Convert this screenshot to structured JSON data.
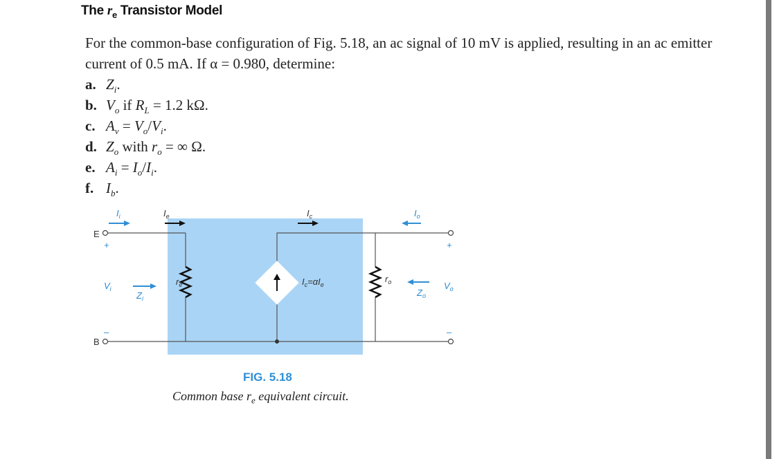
{
  "heading": {
    "prefix": "The ",
    "var": "r",
    "sub": "e",
    "suffix": " Transistor Model"
  },
  "problem": "For the common-base configuration of Fig. 5.18, an ac signal of 10 mV is applied, resulting in an ac emitter current of 0.5 mA. If α = 0.980, determine:",
  "parts": [
    {
      "letter": "a.",
      "html": "<i>Z<sub>i</sub></i>."
    },
    {
      "letter": "b.",
      "html": "<i>V<sub>o</sub></i> if <i>R<sub>L</sub></i> = 1.2 kΩ."
    },
    {
      "letter": "c.",
      "html": "<i>A<sub>v</sub></i> = <i>V<sub>o</sub></i>/<i>V<sub>i</sub></i>."
    },
    {
      "letter": "d.",
      "html": "<i>Z<sub>o</sub></i> with <i>r<sub>o</sub></i> = ∞ Ω."
    },
    {
      "letter": "e.",
      "html": "<i>A<sub>i</sub></i> = <i>I<sub>o</sub></i>/<i>I<sub>i</sub></i>."
    },
    {
      "letter": "f.",
      "html": "<i>I<sub>b</sub></i>."
    }
  ],
  "circuit": {
    "Ii": "I",
    "Ii_sub": "i",
    "Ie": "I",
    "Ie_sub": "e",
    "Ic": "I",
    "Ic_sub": "c",
    "Io": "I",
    "Io_sub": "o",
    "E": "E",
    "B": "B",
    "plus": "+",
    "minus": "–",
    "Vi": "V",
    "Vi_sub": "i",
    "Zi": "Z",
    "Zi_sub": "i",
    "re": "r",
    "re_sub": "e",
    "source_lhs": "I",
    "source_lhs_sub": "c",
    "source_mid": "=αI",
    "source_sub": "e",
    "ro": "r",
    "ro_sub": "o",
    "Zo": "Z",
    "Zo_sub": "o",
    "Vo": "V",
    "Vo_sub": "o"
  },
  "figure": {
    "title": "FIG. 5.18",
    "caption_prefix": "Common base ",
    "caption_var": "r",
    "caption_sub": "e",
    "caption_suffix": " equivalent circuit."
  },
  "colors": {
    "blue_box": "#a9d4f5",
    "accent": "#2f8fd6"
  }
}
